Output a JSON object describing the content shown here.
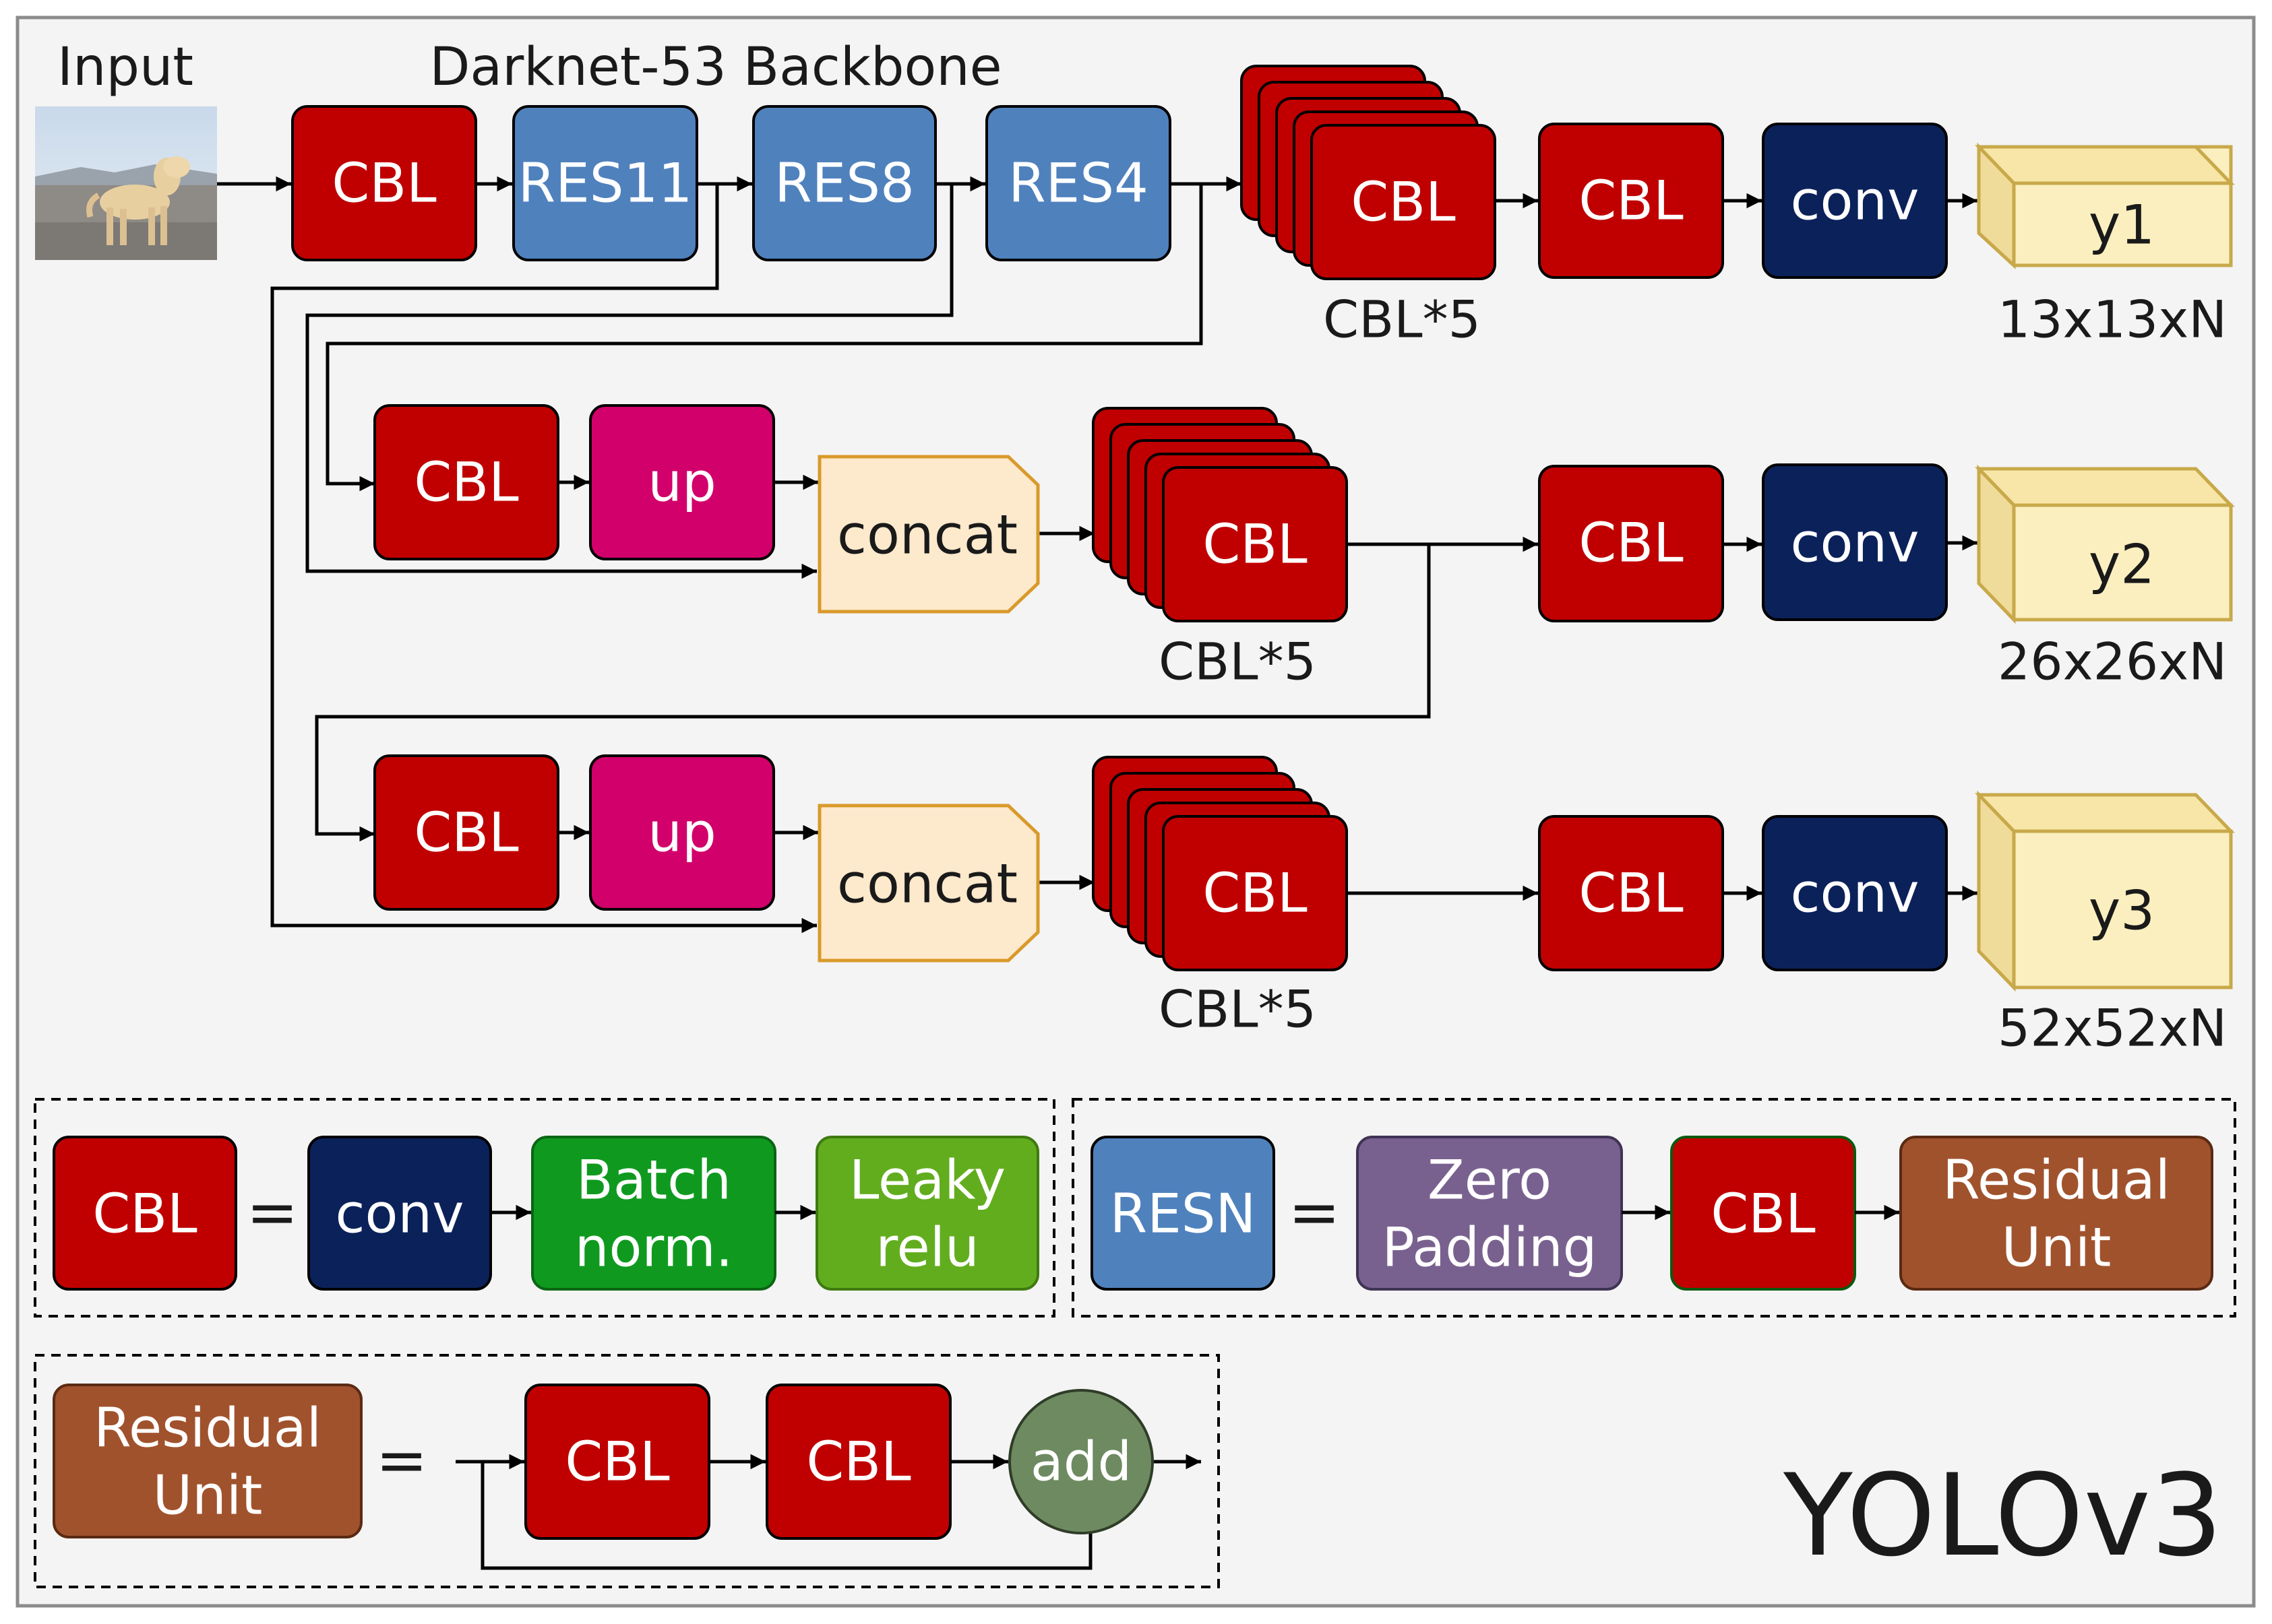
{
  "colors": {
    "cbl": "#c00000",
    "res": "#4f81bd",
    "up": "#d1006b",
    "conv": "#0b215a",
    "concat": "#fde9cc",
    "concat_border": "#d99a2b",
    "output": "#fbefbf",
    "output_border": "#c8a94a",
    "batch_norm": "#0f9a1f",
    "leaky_relu": "#62ad1e",
    "zero_padding": "#79618f",
    "residual_unit": "#a0522d",
    "add": "#6e8a61",
    "background": "#f4f4f4"
  },
  "header": {
    "input_label": "Input",
    "backbone_label": "Darknet-53 Backbone",
    "input_image_icon": "dog-photo-icon"
  },
  "backbone": {
    "cbl": "CBL",
    "res11": "RES11",
    "res8": "RES8",
    "res4": "RES4"
  },
  "scale1": {
    "stack_label": "CBL",
    "stack_caption": "CBL*5",
    "cbl": "CBL",
    "conv": "conv",
    "output": "y1",
    "output_dims": "13x13xN"
  },
  "scale2": {
    "cbl": "CBL",
    "up": "up",
    "concat": "concat",
    "stack_label": "CBL",
    "stack_caption": "CBL*5",
    "cbl_head": "CBL",
    "conv": "conv",
    "output": "y2",
    "output_dims": "26x26xN"
  },
  "scale3": {
    "cbl": "CBL",
    "up": "up",
    "concat": "concat",
    "stack_label": "CBL",
    "stack_caption": "CBL*5",
    "cbl_head": "CBL",
    "conv": "conv",
    "output": "y3",
    "output_dims": "52x52xN"
  },
  "legend_cbl": {
    "cbl": "CBL",
    "equals": "=",
    "conv": "conv",
    "batch_line1": "Batch",
    "batch_line2": "norm.",
    "leaky_line1": "Leaky",
    "leaky_line2": "relu"
  },
  "legend_resn": {
    "resn": "RESN",
    "equals": "=",
    "zero_line1": "Zero",
    "zero_line2": "Padding",
    "cbl": "CBL",
    "residual_line1": "Residual",
    "residual_line2": "Unit"
  },
  "legend_residual": {
    "residual_line1": "Residual",
    "residual_line2": "Unit",
    "equals": "=",
    "cbl_a": "CBL",
    "cbl_b": "CBL",
    "add": "add"
  },
  "model_name": "YOLOv3"
}
